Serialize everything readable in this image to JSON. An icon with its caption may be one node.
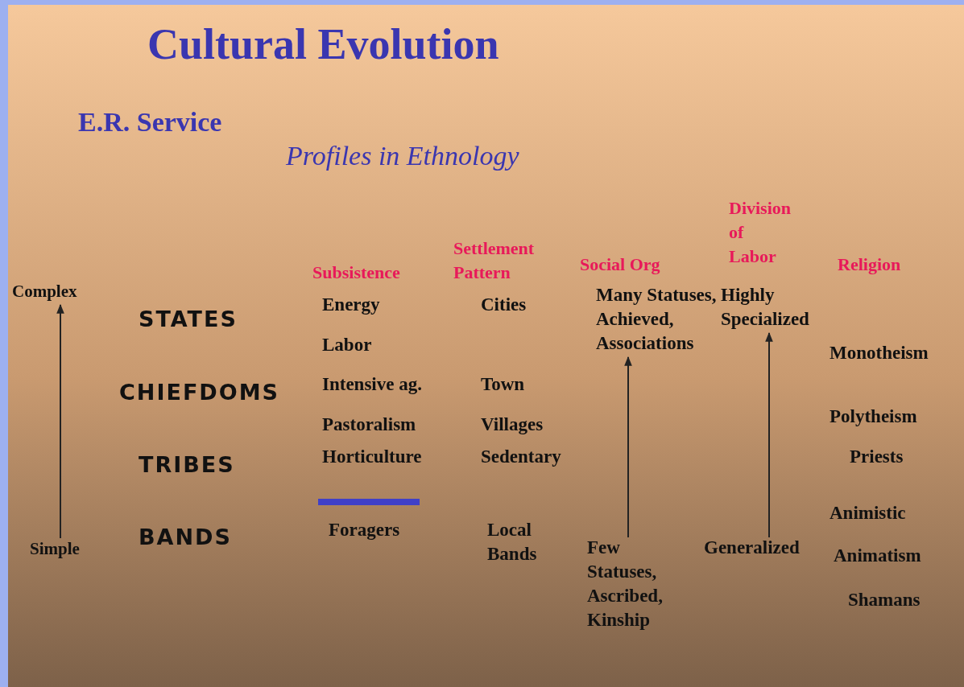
{
  "diagram": {
    "title": "Cultural Evolution",
    "nodes": [
      {
        "text": [
          "Complex"
        ]
      },
      {
        "text": [
          "Simple"
        ]
      },
      {
        "text": [
          "Many Statuses, Achieved, Associations"
        ]
      },
      {
        "text": [
          "Few Statuses, Ascribed, Kinship"
        ]
      },
      {
        "text": [
          "Highly Specialized"
        ]
      },
      {
        "text": [
          "Generalized"
        ]
      }
    ],
    "edges": [
      {
        "from": 1,
        "to": 0,
        "arrow": "to"
      },
      {
        "from": 3,
        "to": 2,
        "arrow": "to"
      },
      {
        "from": 5,
        "to": 4,
        "arrow": "to"
      }
    ],
    "labels": [
      "E.R. Service",
      "Profiles in Ethnology",
      "Division of Labor",
      "Settlement Pattern",
      "Subsistence",
      "Social Org",
      "Religion",
      "STATES",
      "Energy",
      "Cities",
      "Labor",
      "Monotheism",
      "CHIEFDOMS",
      "Intensive ag.",
      "Town",
      "Pastoralism",
      "Villages",
      "Polytheism",
      "TRIBES",
      "Horticulture",
      "Sedentary",
      "Priests",
      "Animistic",
      "BANDS",
      "Foragers",
      "Local Bands",
      "Animatism",
      "Shamans"
    ]
  }
}
